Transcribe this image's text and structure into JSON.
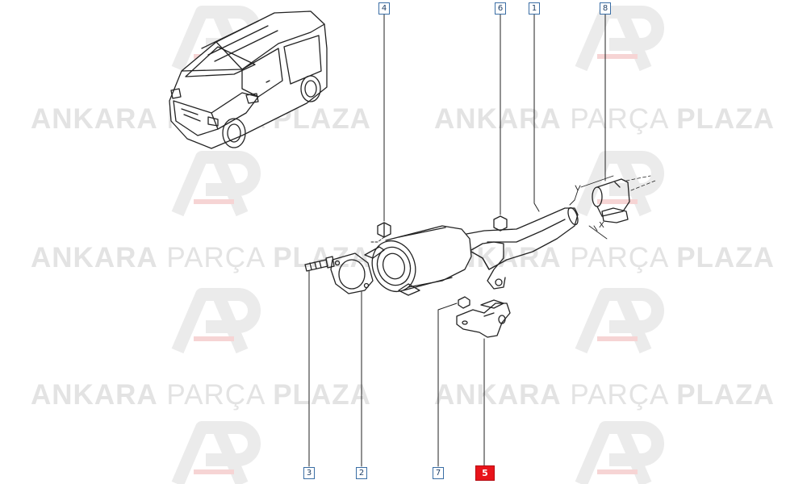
{
  "watermark": {
    "brand_bold_1": "ANKARA",
    "brand_light": "PARÇA",
    "brand_bold_2": "PLAZA",
    "brand_logo": "AP-logo"
  },
  "callouts": [
    {
      "id": "1",
      "label": "1",
      "active": false
    },
    {
      "id": "2",
      "label": "2",
      "active": false
    },
    {
      "id": "3",
      "label": "3",
      "active": false
    },
    {
      "id": "4",
      "label": "4",
      "active": false
    },
    {
      "id": "5",
      "label": "5",
      "active": true
    },
    {
      "id": "6",
      "label": "6",
      "active": false
    },
    {
      "id": "7",
      "label": "7",
      "active": false
    },
    {
      "id": "8",
      "label": "8",
      "active": false
    }
  ],
  "axis_label": "X",
  "colors": {
    "callout_border": "#3a6ea5",
    "callout_active": "#e8141b",
    "watermark": "#e3e3e3",
    "line": "#222222"
  }
}
